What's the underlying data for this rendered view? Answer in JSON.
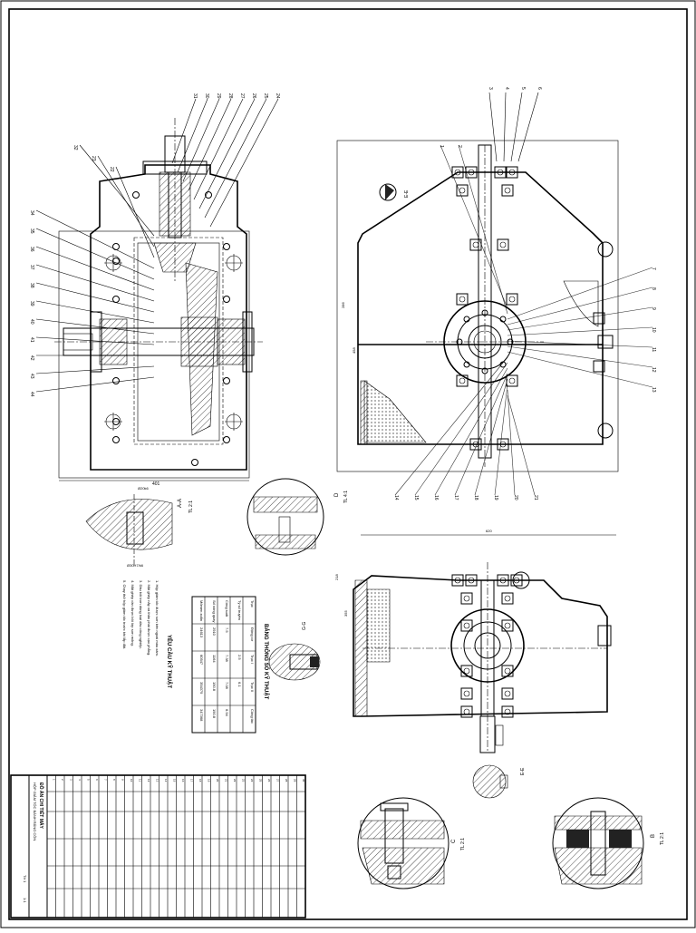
{
  "labels": {
    "top_left": [
      "31",
      "30",
      "29",
      "28",
      "27",
      "26",
      "25",
      "24",
      "32",
      "23",
      "22",
      "34",
      "35",
      "36",
      "37",
      "38",
      "39",
      "40",
      "41",
      "42",
      "43",
      "44"
    ],
    "top_right": [
      "3",
      "4",
      "5",
      "6",
      "1",
      "2",
      "7",
      "8",
      "9",
      "10",
      "11",
      "12",
      "13",
      "14",
      "15",
      "16",
      "17",
      "18",
      "19",
      "20",
      "21"
    ],
    "section_e": "E-E",
    "section_a": "A-A",
    "scale_a": "TL 2:1",
    "section_d": "D",
    "scale_d": "TL 4:1",
    "section_g": "G-G",
    "view_c": "C",
    "scale_c": "TL 2:1",
    "view_b": "B",
    "scale_b": "TL 2:1",
    "section_e2": "E-E"
  },
  "dimensions": {
    "left_width": "401",
    "right_height": "458",
    "right_height_inner": "286",
    "bottom_width": "620",
    "bottom_h1": "218",
    "bottom_h2": "355",
    "left_small": "Ø20k6",
    "left_small2": "Ø30H7/k6"
  },
  "tech_table": {
    "title": "BẢNG THÔNG SỐ KỸ THUẬT",
    "header": [
      "Trục",
      "Động cơ",
      "Trục I",
      "Trục II",
      "Công tác"
    ],
    "rows": [
      [
        "Tỷ số truyền",
        "",
        "2.5",
        "6.1",
        ""
      ],
      [
        "Công suất",
        "7.5",
        "7.38",
        "7.08",
        "6.94"
      ],
      [
        "Số vòng quay",
        "2910",
        "1164",
        "190.8",
        "190.8"
      ],
      [
        "Mômen xoắn",
        "24613",
        "60547",
        "354379",
        "347368"
      ]
    ]
  },
  "requirements": {
    "title": "YÊU CẦU KỸ THUẬT",
    "lines": [
      "1. Hộp giảm tốc được sơn bên ngoài màu xám.",
      "2. Mặt ghép nắp và thân phải được cạo phẳng.",
      "3. Dầu bôi trơn dùng loại dầu công nghiệp.",
      "4. Mặt ghép cần được bôi lớp sơn mỏng.",
      "5. Chạy thử hộp giảm tốc trước khi lắp đặt."
    ]
  },
  "title_block": {
    "school": "ĐỒ ÁN CHI TIẾT MÁY",
    "name": "HỘP GIẢM TỐC BÁNH RĂNG CÔN",
    "sheet": "Tờ 1",
    "scale": "1:1"
  },
  "bom_rows": 30
}
